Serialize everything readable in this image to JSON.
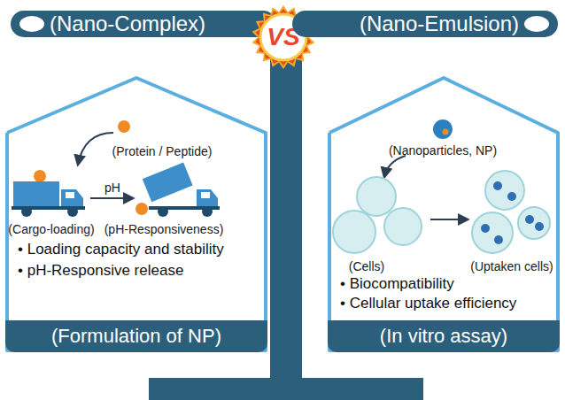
{
  "diagram": {
    "nodes": [
      {
        "text": [
          "(Nano-Complex)"
        ]
      },
      {
        "text": [
          "VS"
        ]
      },
      {
        "text": [
          "(Nano-Emulsion)"
        ]
      },
      {
        "text": [
          "• Loading capacity and stability",
          "• pH-Responsive release"
        ]
      },
      {
        "text": [
          "(Formulation of NP)"
        ],
        "in": 3
      },
      {
        "text": [
          "• Biocompatibility",
          "• Cellular uptake efficiency"
        ]
      },
      {
        "text": [
          "(In vitro assay)"
        ],
        "in": 5
      }
    ],
    "labels": [
      "(Protein / Peptide)",
      "pH",
      "(Cargo-loading)",
      "(pH-Responsiveness)",
      "(Nanoparticles, NP)",
      "(Cells)",
      "(Uptaken cells)"
    ]
  }
}
